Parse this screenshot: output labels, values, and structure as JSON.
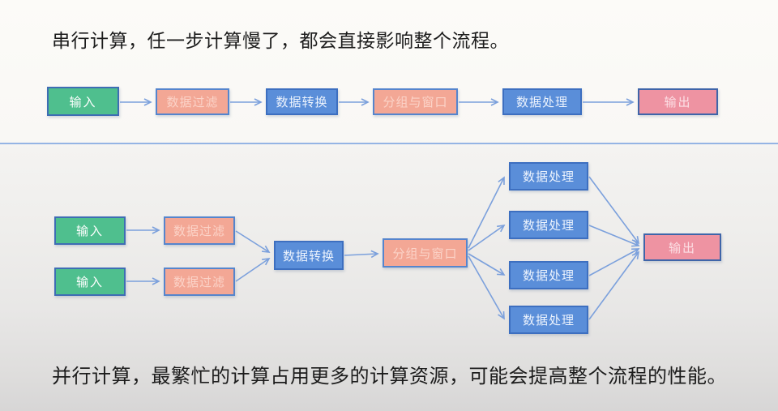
{
  "page": {
    "serial_title": "串行计算，任一步计算慢了，都会直接影响整个流程。",
    "parallel_caption": "并行计算，最繁忙的计算占用更多的计算资源，可能会提高整个流程的性能。"
  },
  "flows": {
    "serial": [
      "输入",
      "数据过滤",
      "数据转换",
      "分组与窗口",
      "数据处理",
      "输出"
    ],
    "parallel": {
      "inputs": [
        "输入",
        "输入"
      ],
      "filters": [
        "数据过滤",
        "数据过滤"
      ],
      "transform": "数据转换",
      "group_window": "分组与窗口",
      "processors": [
        "数据处理",
        "数据处理",
        "数据处理",
        "数据处理"
      ],
      "output": "输出"
    }
  },
  "colors": {
    "green_fill": "#4fbf8e",
    "green_border": "#3e6db4",
    "salmon_fill": "#f3a795",
    "salmon_border": "#5585cd",
    "salmon_text": "#fbd3c8",
    "blue_fill": "#5a8ed9",
    "blue_border": "#3d6fc0",
    "blue_text": "#ecf3fd",
    "pink_fill": "#ee93a2",
    "pink_border": "#3f65a9",
    "pink_text": "#fcdfe5",
    "arrow": "#7ba0dc",
    "divider": "#94b4e4",
    "text": "#1c1c1c"
  }
}
